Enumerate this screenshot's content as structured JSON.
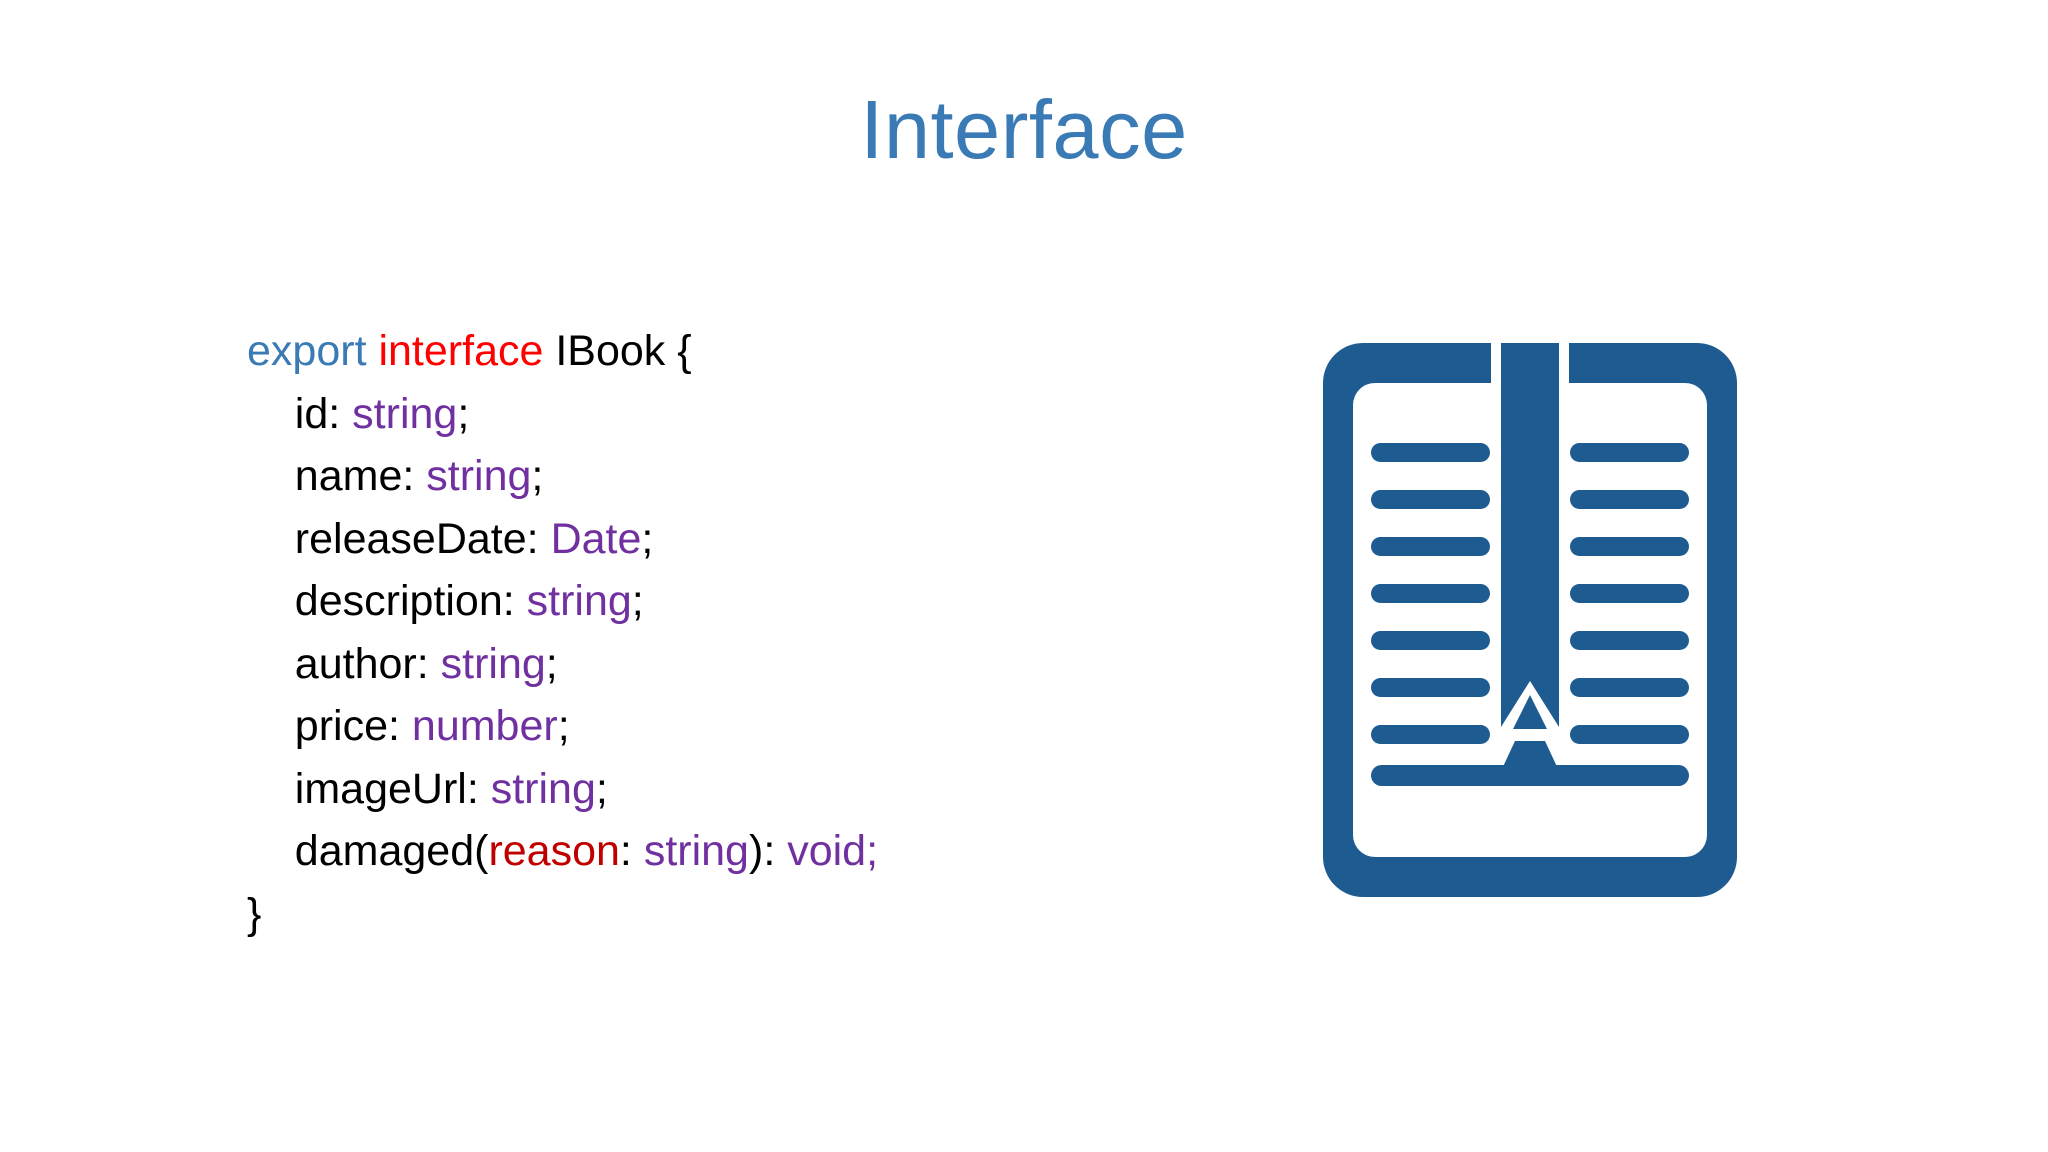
{
  "slide": {
    "title": "Interface",
    "background_color": "#FFFFFF",
    "title_color": "#3A7BB5"
  },
  "palette": {
    "title_blue": "#3A7BB5",
    "export_blue": "#3A7BB5",
    "keyword_red": "#FF0000",
    "param_red": "#C00000",
    "type_purple": "#7030A0",
    "plain_black": "#000000",
    "icon_blue": "#1D5B91"
  },
  "code": {
    "language": "typescript",
    "raw": "export interface IBook {\n    id: string;\n    name: string;\n    releaseDate: Date;\n    description: string;\n    author: string;\n    price: number;\n    imageUrl: string;\n    damaged(reason: string): void;\n}",
    "lines": [
      {
        "indent": "",
        "tokens": [
          {
            "t": "export",
            "c": "export"
          },
          {
            "t": " ",
            "c": "plain"
          },
          {
            "t": "interface",
            "c": "keyword"
          },
          {
            "t": " IBook {",
            "c": "plain"
          }
        ]
      },
      {
        "indent": "    ",
        "tokens": [
          {
            "t": "id: ",
            "c": "plain"
          },
          {
            "t": "string",
            "c": "type"
          },
          {
            "t": ";",
            "c": "plain"
          }
        ]
      },
      {
        "indent": "    ",
        "tokens": [
          {
            "t": "name: ",
            "c": "plain"
          },
          {
            "t": "string",
            "c": "type"
          },
          {
            "t": ";",
            "c": "plain"
          }
        ]
      },
      {
        "indent": "    ",
        "tokens": [
          {
            "t": "releaseDate: ",
            "c": "plain"
          },
          {
            "t": "Date",
            "c": "type"
          },
          {
            "t": ";",
            "c": "plain"
          }
        ]
      },
      {
        "indent": "    ",
        "tokens": [
          {
            "t": "description: ",
            "c": "plain"
          },
          {
            "t": "string",
            "c": "type"
          },
          {
            "t": ";",
            "c": "plain"
          }
        ]
      },
      {
        "indent": "    ",
        "tokens": [
          {
            "t": "author: ",
            "c": "plain"
          },
          {
            "t": "string",
            "c": "type"
          },
          {
            "t": ";",
            "c": "plain"
          }
        ]
      },
      {
        "indent": "    ",
        "tokens": [
          {
            "t": "price: ",
            "c": "plain"
          },
          {
            "t": "number",
            "c": "type"
          },
          {
            "t": ";",
            "c": "plain"
          }
        ]
      },
      {
        "indent": "    ",
        "tokens": [
          {
            "t": "imageUrl: ",
            "c": "plain"
          },
          {
            "t": "string",
            "c": "type"
          },
          {
            "t": ";",
            "c": "plain"
          }
        ]
      },
      {
        "indent": "    ",
        "tokens": [
          {
            "t": "damaged(",
            "c": "plain"
          },
          {
            "t": "reason",
            "c": "param"
          },
          {
            "t": ": ",
            "c": "plain"
          },
          {
            "t": "string",
            "c": "type"
          },
          {
            "t": ")",
            "c": "plain"
          },
          {
            "t": ": ",
            "c": "plain"
          },
          {
            "t": "void",
            "c": "type"
          },
          {
            "t": ";",
            "c": "type"
          }
        ]
      },
      {
        "indent": "",
        "tokens": [
          {
            "t": "}",
            "c": "plain"
          }
        ]
      }
    ]
  },
  "illustration": {
    "name": "open-book-with-bookmark-icon",
    "color": "#1D5B91",
    "page_line_count_per_side": 7,
    "has_full_width_bottom_line": true,
    "has_center_bookmark_ribbon": true
  }
}
